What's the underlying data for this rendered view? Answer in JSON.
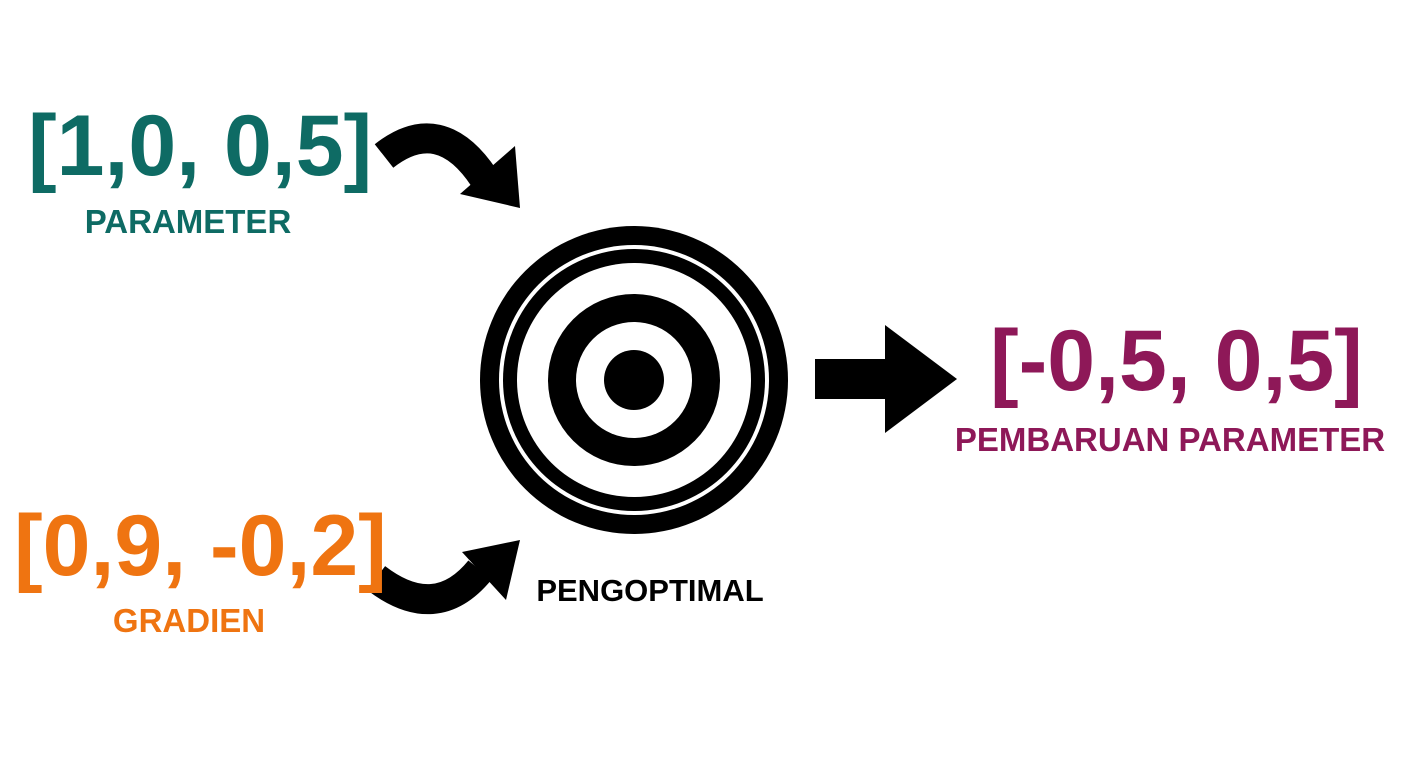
{
  "colors": {
    "parameter": "#0e6b64",
    "gradient": "#ef7411",
    "update": "#8e1858",
    "optimizer": "#000000"
  },
  "parameter": {
    "vector": "[1,0, 0,5]",
    "label": "PARAMETER"
  },
  "gradient": {
    "vector": "[0,9, -0,2]",
    "label": "GRADIEN"
  },
  "optimizer": {
    "label": "PENGOPTIMAL",
    "icon": "target-icon"
  },
  "update": {
    "vector": "[-0,5, 0,5]",
    "label": "PEMBARUAN PARAMETER"
  }
}
